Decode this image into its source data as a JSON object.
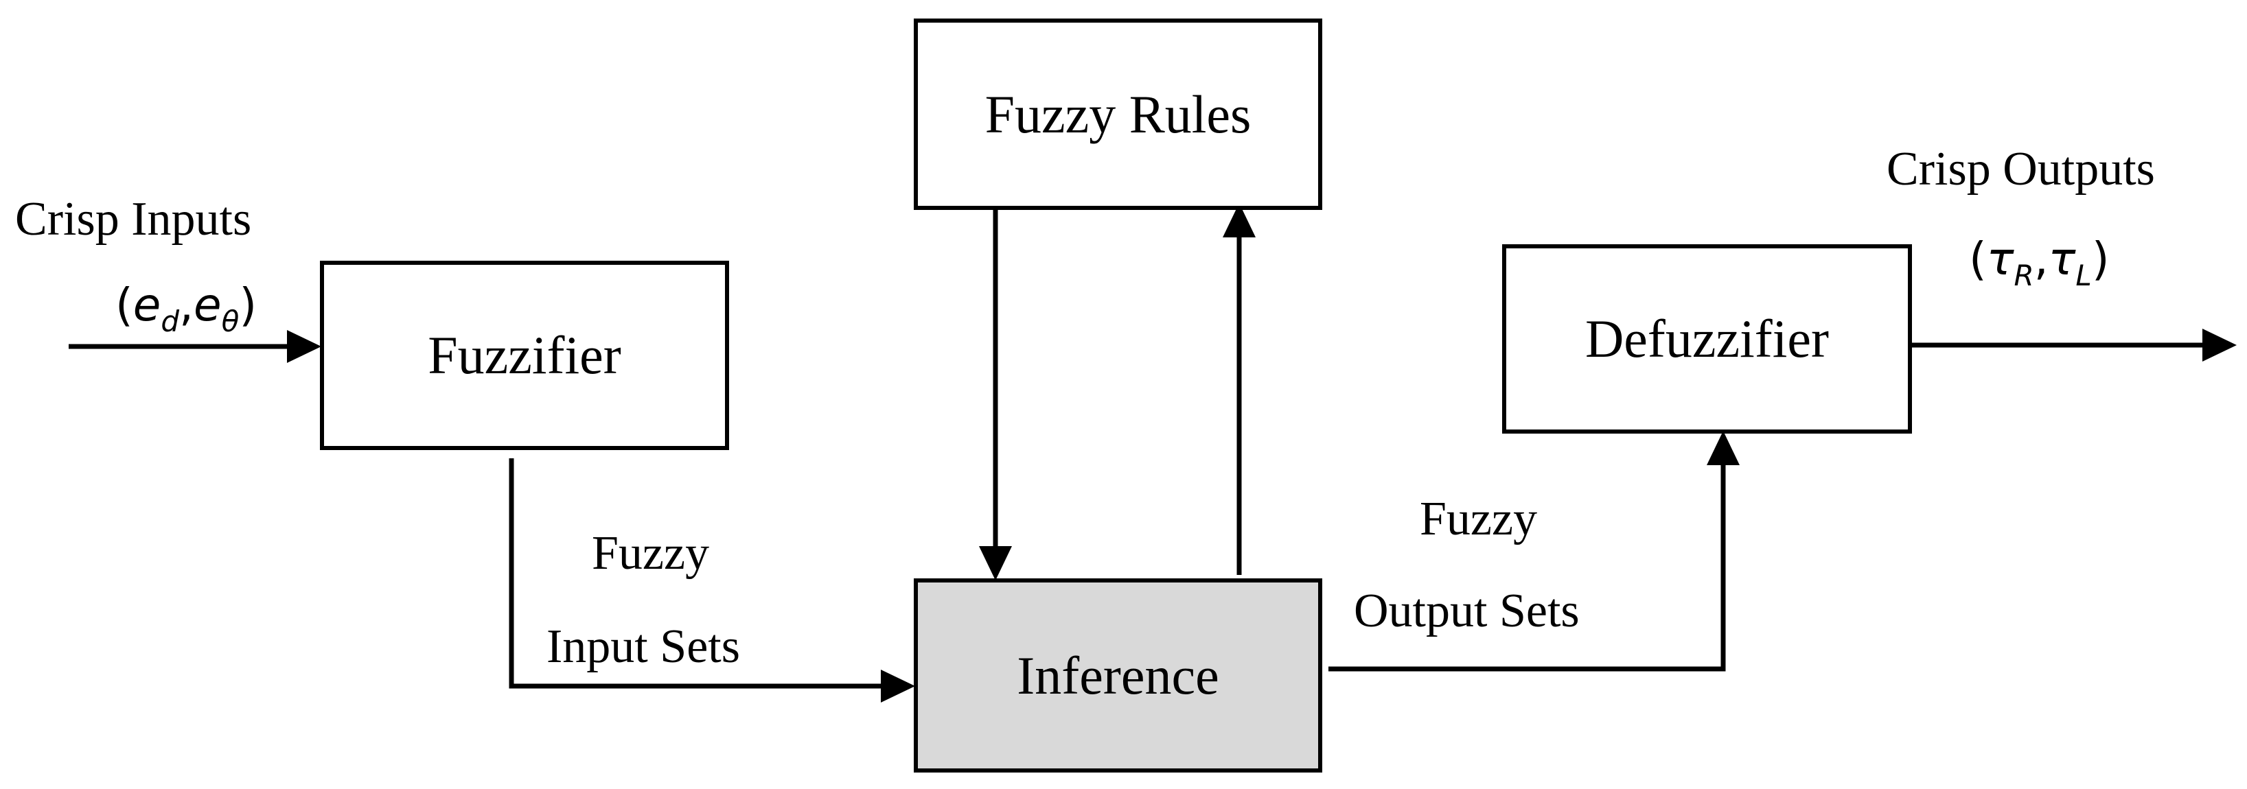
{
  "blocks": {
    "fuzzifier": "Fuzzifier",
    "fuzzy_rules": "Fuzzy Rules",
    "inference": "Inference",
    "defuzzifier": "Defuzzifier"
  },
  "labels": {
    "crisp_inputs": "Crisp Inputs",
    "crisp_outputs": "Crisp Outputs",
    "fuzzy_input_line1": "Fuzzy",
    "fuzzy_input_line2": "Input Sets",
    "fuzzy_output_line1": "Fuzzy",
    "fuzzy_output_line2": "Output Sets"
  },
  "inputs": {
    "open": "(",
    "var1": "e",
    "var1_sub": "d",
    "sep": ",",
    "var2": "e",
    "var2_sub": "θ",
    "close": ")"
  },
  "outputs": {
    "open": "(",
    "var1": "τ",
    "var1_sub": "R",
    "sep": ",",
    "var2": "τ",
    "var2_sub": "L",
    "close": ")"
  },
  "colors": {
    "stroke": "#000000",
    "inference_fill": "#d9d9d9",
    "box_fill": "#ffffff"
  }
}
